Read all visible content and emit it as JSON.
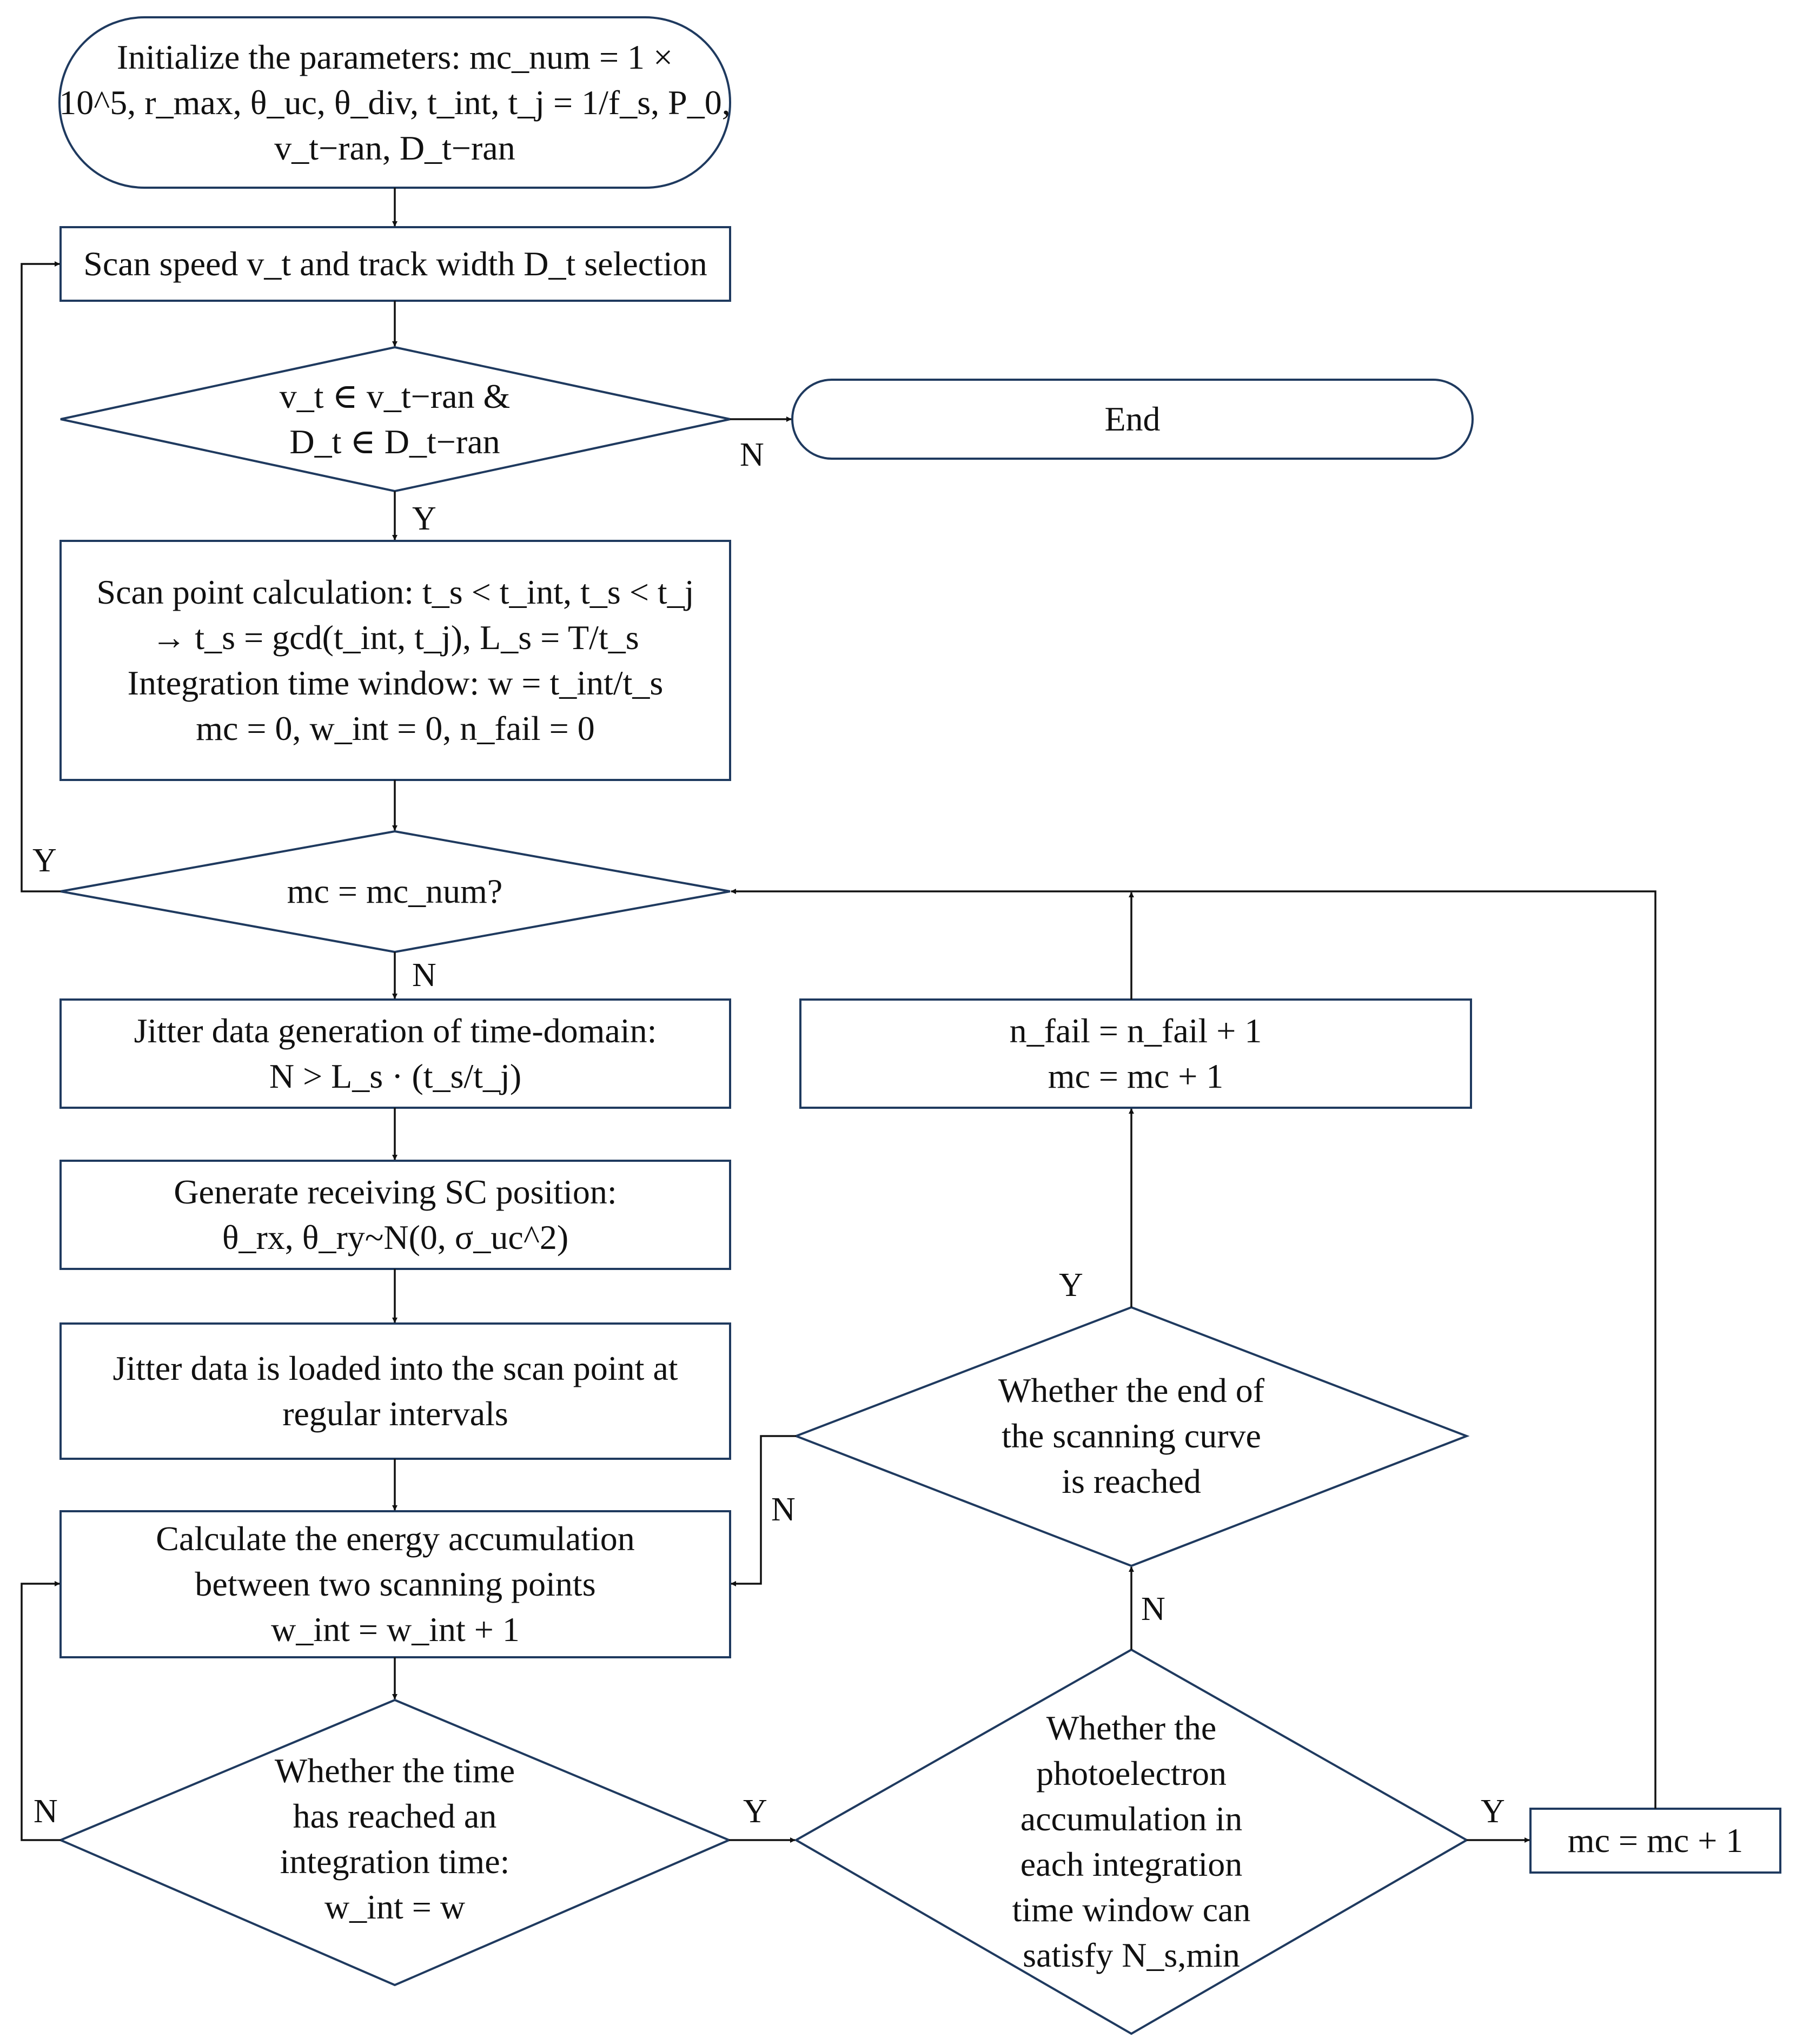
{
  "nodes": {
    "init": {
      "lines": [
        "Initialize the parameters: mc_num = 1 ×",
        "10^5, r_max, θ_uc, θ_div, t_int, t_j = 1/f_s, P_0,",
        "v_t−ran, D_t−ran"
      ]
    },
    "scan_select": {
      "lines": [
        "Scan speed v_t and track width D_t selection"
      ]
    },
    "decision_range": {
      "lines": [
        "v_t ∈ v_t−ran  &",
        "D_t ∈ D_t−ran"
      ]
    },
    "end": {
      "lines": [
        "End"
      ]
    },
    "scan_calc": {
      "lines": [
        "Scan point calculation:  t_s < t_int, t_s < t_j",
        "→ t_s = gcd(t_int, t_j), L_s = T/t_s",
        "Integration time window: w = t_int/t_s",
        "mc = 0, w_int = 0, n_fail = 0"
      ]
    },
    "decision_mc": {
      "lines": [
        "mc = mc_num?"
      ]
    },
    "jitter_gen": {
      "lines": [
        "Jitter data generation of time-domain:",
        "N > L_s · (t_s/t_j)"
      ]
    },
    "sc_position": {
      "lines": [
        "Generate receiving SC position:",
        "θ_rx, θ_ry~N(0, σ_uc^2)"
      ]
    },
    "jitter_load": {
      "lines": [
        "Jitter data is loaded into the scan point at",
        "regular intervals"
      ]
    },
    "energy_calc": {
      "lines": [
        "Calculate the energy accumulation",
        "between two scanning points",
        "w_int = w_int + 1"
      ]
    },
    "decision_time": {
      "lines": [
        "Whether the time",
        "has reached an",
        "integration time:",
        "w_int = w"
      ]
    },
    "decision_photo": {
      "lines": [
        "Whether the",
        "photoelectron",
        "accumulation in",
        "each integration",
        "time window can",
        "satisfy N_s,min"
      ]
    },
    "mc_inc": {
      "lines": [
        "mc = mc + 1"
      ]
    },
    "decision_curve_end": {
      "lines": [
        "Whether the end of",
        "the scanning curve",
        "is reached"
      ]
    },
    "fail_inc": {
      "lines": [
        "n_fail = n_fail + 1",
        "mc = mc + 1"
      ]
    }
  },
  "edge_labels": {
    "range_no": "N",
    "range_yes": "Y",
    "mc_yes": "Y",
    "mc_no": "N",
    "time_no": "N",
    "time_yes": "Y",
    "photo_yes": "Y",
    "photo_no": "N",
    "curve_yes": "Y",
    "curve_no": "N"
  }
}
